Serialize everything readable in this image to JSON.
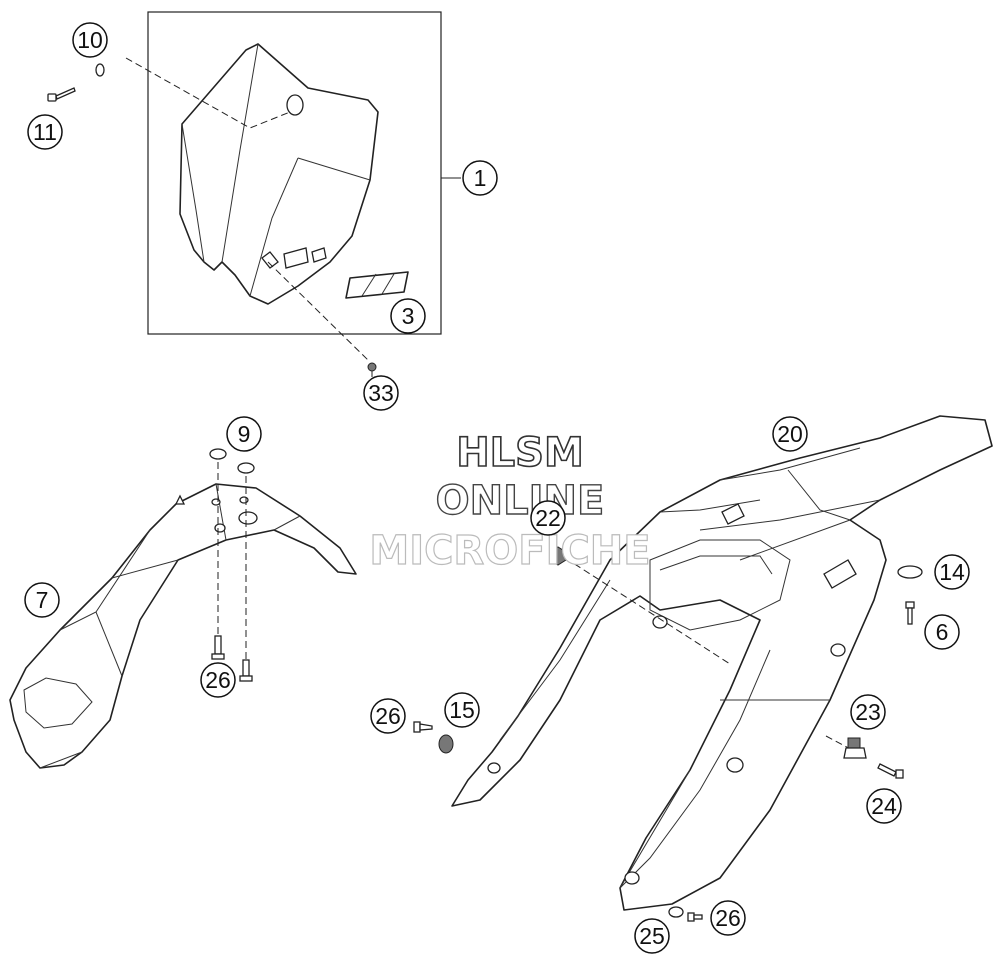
{
  "callouts": [
    {
      "id": "c1",
      "label": "1"
    },
    {
      "id": "c3",
      "label": "3"
    },
    {
      "id": "c6",
      "label": "6"
    },
    {
      "id": "c7",
      "label": "7"
    },
    {
      "id": "c9",
      "label": "9"
    },
    {
      "id": "c10",
      "label": "10"
    },
    {
      "id": "c11",
      "label": "11"
    },
    {
      "id": "c14",
      "label": "14"
    },
    {
      "id": "c15",
      "label": "15"
    },
    {
      "id": "c20",
      "label": "20"
    },
    {
      "id": "c22",
      "label": "22"
    },
    {
      "id": "c23",
      "label": "23"
    },
    {
      "id": "c24",
      "label": "24"
    },
    {
      "id": "c25",
      "label": "25"
    },
    {
      "id": "c26a",
      "label": "26"
    },
    {
      "id": "c26b",
      "label": "26"
    },
    {
      "id": "c26c",
      "label": "26"
    },
    {
      "id": "c33",
      "label": "33"
    }
  ],
  "watermark": {
    "line1": "HLSM",
    "line2": "ONLINE",
    "line3": "MICROFICHE"
  }
}
